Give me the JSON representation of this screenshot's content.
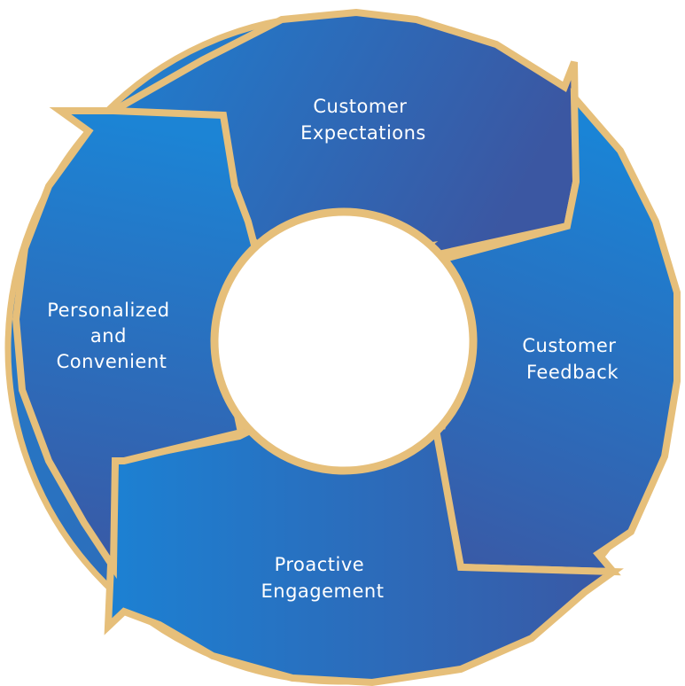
{
  "diagram": {
    "segments": [
      {
        "id": "customer-expectations",
        "lines": [
          "Customer",
          "Expectations"
        ]
      },
      {
        "id": "customer-feedback",
        "lines": [
          "Customer",
          "Feedback"
        ]
      },
      {
        "id": "proactive-engagement",
        "lines": [
          "Proactive",
          "Engagement"
        ]
      },
      {
        "id": "personalized-convenient",
        "lines": [
          "Personalized",
          "and",
          "Convenient"
        ]
      }
    ],
    "colors": {
      "gold": "#E6BF7A",
      "blue_light": "#1F82D2",
      "blue_dark": "#3A5AA4",
      "center": "#FFFFFF",
      "text": "#FFFFFF"
    }
  }
}
